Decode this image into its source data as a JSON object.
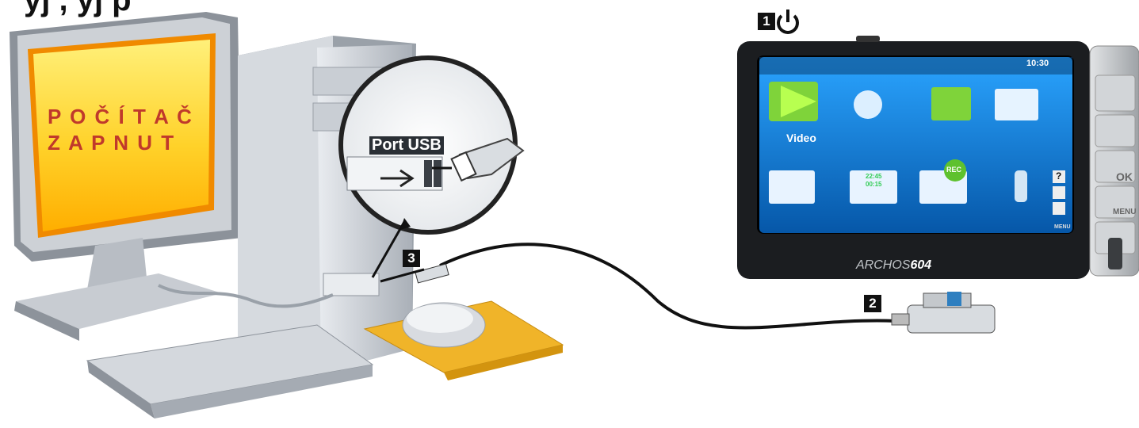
{
  "heading": "yj  ,  yj  p",
  "computer": {
    "screen_line1": "P O Č Í T A Č",
    "screen_line2": "Z A P N U T",
    "port_label": "Port USB"
  },
  "steps": [
    "1",
    "2",
    "3"
  ],
  "device": {
    "brand": "ARCHOS",
    "model": "604",
    "clock": "10:30",
    "app_label": "Video",
    "rec_label": "REC",
    "side_ok": "OK",
    "side_menu": "MENU",
    "menu_badge": "MENU",
    "timer_top": "22:45",
    "timer_bottom": "00:15",
    "help_mark": "?"
  },
  "colors": {
    "step_badge": "#111111",
    "screen_text": "#c0392b",
    "screen_bg_top": "#ffe24a",
    "screen_bg_bottom": "#ffb300",
    "device_screen": "#0a78c8",
    "mousepad": "#f0b429"
  }
}
